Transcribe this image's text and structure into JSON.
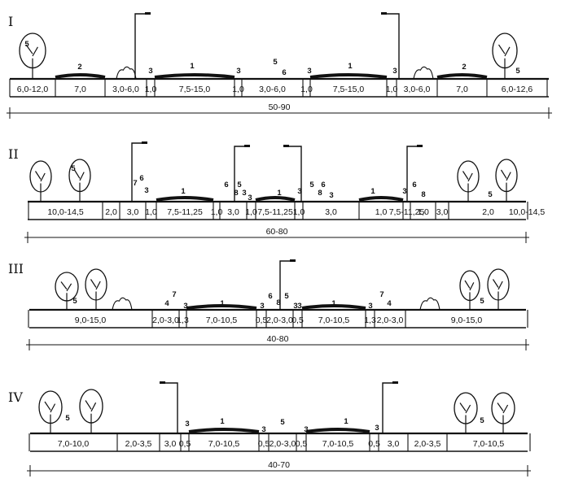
{
  "sections": [
    {
      "roman": "I",
      "total": "50-90",
      "segments": [
        "6,0-12,0",
        "7,0",
        "3,0-6,0",
        "1,0",
        "7,5-15,0",
        "1,0",
        "3,0-6,0",
        "1,0",
        "7,5-15,0",
        "1,0",
        "3,0-6,0",
        "7,0",
        "6,0-12,6"
      ],
      "labels": [
        "5",
        "2",
        "3",
        "1",
        "3",
        "5",
        "6",
        "3",
        "1",
        "3",
        "2",
        "5"
      ]
    },
    {
      "roman": "II",
      "total": "60-80",
      "segments": [
        "10,0-14,5",
        "2,0",
        "3,0",
        "1,0",
        "7,5-11,25",
        "1,0",
        "3,0",
        "1,0",
        "7,5-11,25",
        "1,0",
        "3,0",
        "1,0",
        "7,5-11,25",
        "1,0",
        "3,0",
        "2,0",
        "10,0-14,5"
      ],
      "labels": [
        "5",
        "7",
        "6",
        "3",
        "1",
        "6",
        "5",
        "8",
        "3",
        "3",
        "1",
        "3",
        "5",
        "6",
        "8",
        "3",
        "1",
        "3",
        "6",
        "8",
        "5"
      ]
    },
    {
      "roman": "III",
      "total": "40-80",
      "segments": [
        "9,0-15,0",
        "2,0-3,0",
        "1,3",
        "7,0-10,5",
        "0,5",
        "2,0-3,0",
        "0,5",
        "7,0-10,5",
        "1,3",
        "2,0-3,0",
        "9,0-15,0"
      ],
      "labels": [
        "5",
        "4",
        "7",
        "3",
        "1",
        "3",
        "6",
        "5",
        "8",
        "3",
        "3",
        "1",
        "3",
        "7",
        "4",
        "5"
      ]
    },
    {
      "roman": "IV",
      "total": "40-70",
      "segments": [
        "7,0-10,0",
        "2,0-3,5",
        "3,0",
        "0,5",
        "7,0-10,5",
        "0,5",
        "2,0-3,0",
        "0,5",
        "7,0-10,5",
        "0,5",
        "3,0",
        "2,0-3,5",
        "7,0-10,5"
      ],
      "labels": [
        "5",
        "3",
        "1",
        "3",
        "5",
        "3",
        "1",
        "3",
        "5"
      ]
    }
  ]
}
